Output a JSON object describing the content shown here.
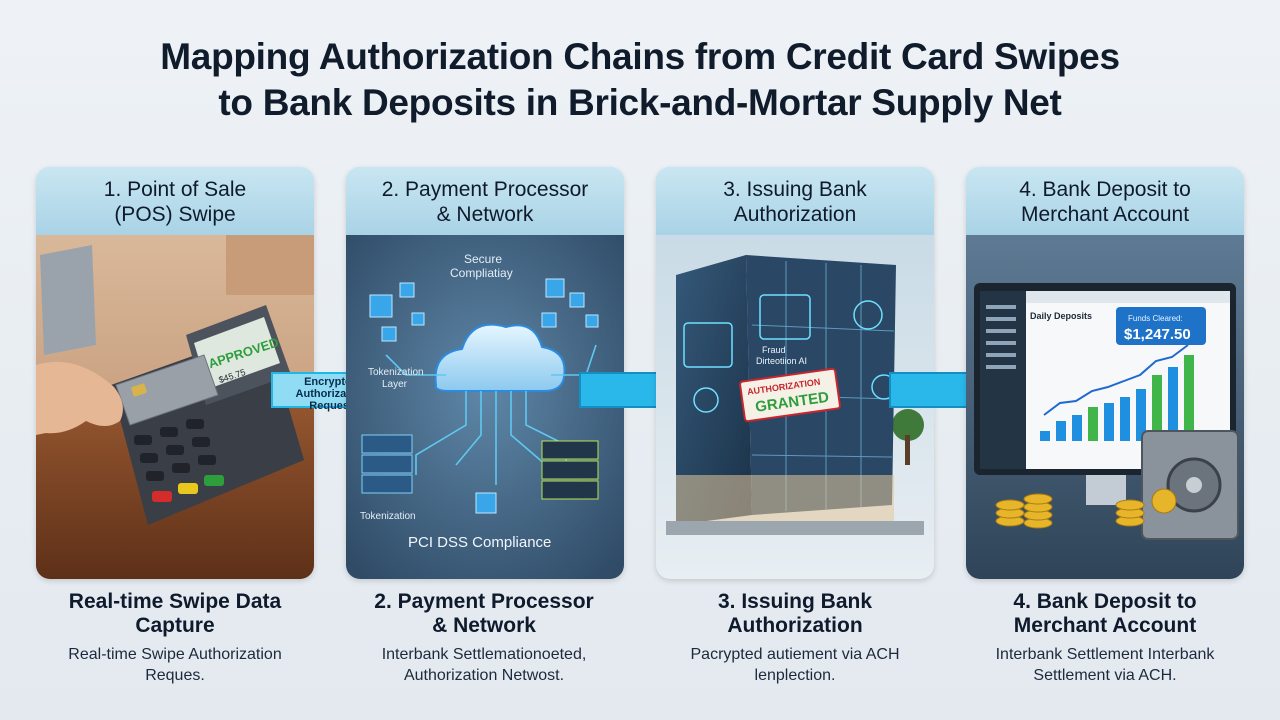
{
  "title": {
    "line1": "Mapping Authorization Chains from Credit Card Swipes",
    "line2": "to Bank Deposits in Brick-and-Mortar Supply Net"
  },
  "stages": [
    {
      "header": [
        "1. Point of Sale",
        "(POS) Swipe"
      ],
      "scene": {
        "terminal_screen": "APPROVED",
        "terminal_sub": "$45.75"
      },
      "caption_title": [
        "Real-time Swipe Data",
        "Capture"
      ],
      "caption_desc": [
        "Real-time Swipe Authorization",
        "Reques."
      ]
    },
    {
      "header": [
        "2. Payment Processor",
        "& Network"
      ],
      "scene": {
        "secure_label": [
          "Secure",
          "Compliatiay"
        ],
        "tokenization_layer": [
          "Tokenization",
          "Layer"
        ],
        "tokenization": "Tokenization",
        "pci": "PCI DSS Compliance"
      },
      "caption_title": [
        "2. Payment Processor",
        "& Network"
      ],
      "caption_desc": [
        "Interbank Settlemationoeted,",
        "Authorization Netwost."
      ]
    },
    {
      "header": [
        "3. Issuing Bank",
        "Authorization"
      ],
      "scene": {
        "stamp": [
          "AUTHORIZATION",
          "GRANTED"
        ],
        "fraud": [
          "Fraud",
          "Dirteotiion AI"
        ]
      },
      "caption_title": [
        "3. Issuing Bank",
        "Authorization"
      ],
      "caption_desc": [
        "Pacrypted autiement via ACH",
        "lenplection."
      ]
    },
    {
      "header": [
        "4. Bank Deposit to",
        "Merchant Account"
      ],
      "scene": {
        "dashboard_title": "Daily Deposits",
        "funds_label": "Funds Cleared:",
        "funds_amount": "$1,247.50"
      },
      "caption_title": [
        "4. Bank Deposit to",
        "Merchant Account"
      ],
      "caption_desc": [
        "Interbank Settlement Interbank",
        "Settlement via ACH."
      ]
    }
  ],
  "arrow_label": [
    "Encrypted",
    "Authorization",
    "Request"
  ],
  "colors": {
    "card_bg": "#bcdbe8",
    "arrow": "#1fb8e6",
    "approved": "#2e9e3c",
    "stamp_red": "#c8262d",
    "accent_blue": "#2a8be0"
  }
}
